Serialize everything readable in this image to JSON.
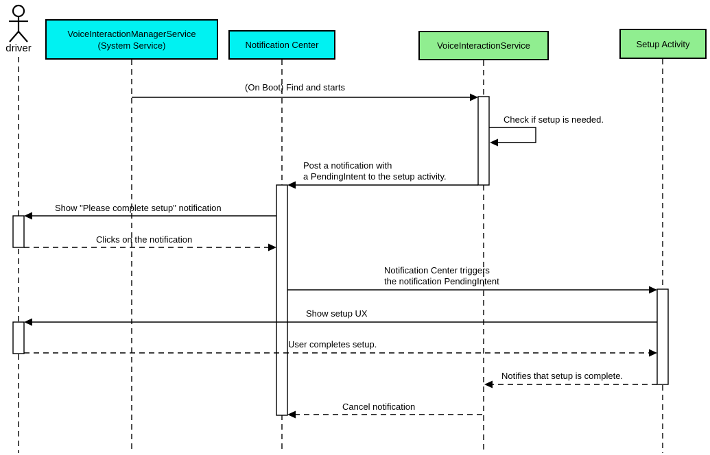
{
  "diagram": {
    "type": "uml-sequence-diagram",
    "background": "#FFFFFF"
  },
  "participants": [
    {
      "id": "driver",
      "label": "driver",
      "kind": "actor"
    },
    {
      "id": "voice-interaction-manager-service",
      "label": "VoiceInteractionManagerService\n(System Service)",
      "kind": "box",
      "color": "#00F2F2"
    },
    {
      "id": "notification-center",
      "label": "Notification Center",
      "kind": "box",
      "color": "#00F2F2"
    },
    {
      "id": "voice-interaction-service",
      "label": "VoiceInteractionService",
      "kind": "box",
      "color": "#90EE90"
    },
    {
      "id": "setup-activity",
      "label": "Setup Activity",
      "kind": "box",
      "color": "#90EE90"
    }
  ],
  "messages": [
    {
      "label": "(On Boot) Find and starts",
      "from": "voice-interaction-manager-service",
      "to": "voice-interaction-service",
      "style": "solid"
    },
    {
      "label": "Check if setup is needed.",
      "from": "voice-interaction-service",
      "to": "voice-interaction-service",
      "style": "solid"
    },
    {
      "label": "Post a notification with\na PendingIntent to the setup activity.",
      "from": "voice-interaction-service",
      "to": "notification-center",
      "style": "solid"
    },
    {
      "label": "Show \"Please complete setup\" notification",
      "from": "notification-center",
      "to": "driver",
      "style": "solid"
    },
    {
      "label": "Clicks on the notification",
      "from": "driver",
      "to": "notification-center",
      "style": "dashed"
    },
    {
      "label": "Notification Center triggers\nthe notification PendingIntent",
      "from": "notification-center",
      "to": "setup-activity",
      "style": "solid"
    },
    {
      "label": "Show setup UX",
      "from": "setup-activity",
      "to": "driver",
      "style": "solid"
    },
    {
      "label": "User completes setup.",
      "from": "driver",
      "to": "setup-activity",
      "style": "dashed"
    },
    {
      "label": "Notifies that setup is complete.",
      "from": "setup-activity",
      "to": "voice-interaction-service",
      "style": "dashed"
    },
    {
      "label": "Cancel notification",
      "from": "voice-interaction-service",
      "to": "notification-center",
      "style": "dashed"
    }
  ],
  "colors": {
    "line": "#000000",
    "box_cyan": "#00F2F2",
    "box_green": "#90EE90",
    "activation_fill": "#FFFFFF",
    "background": "#FFFFFF"
  }
}
